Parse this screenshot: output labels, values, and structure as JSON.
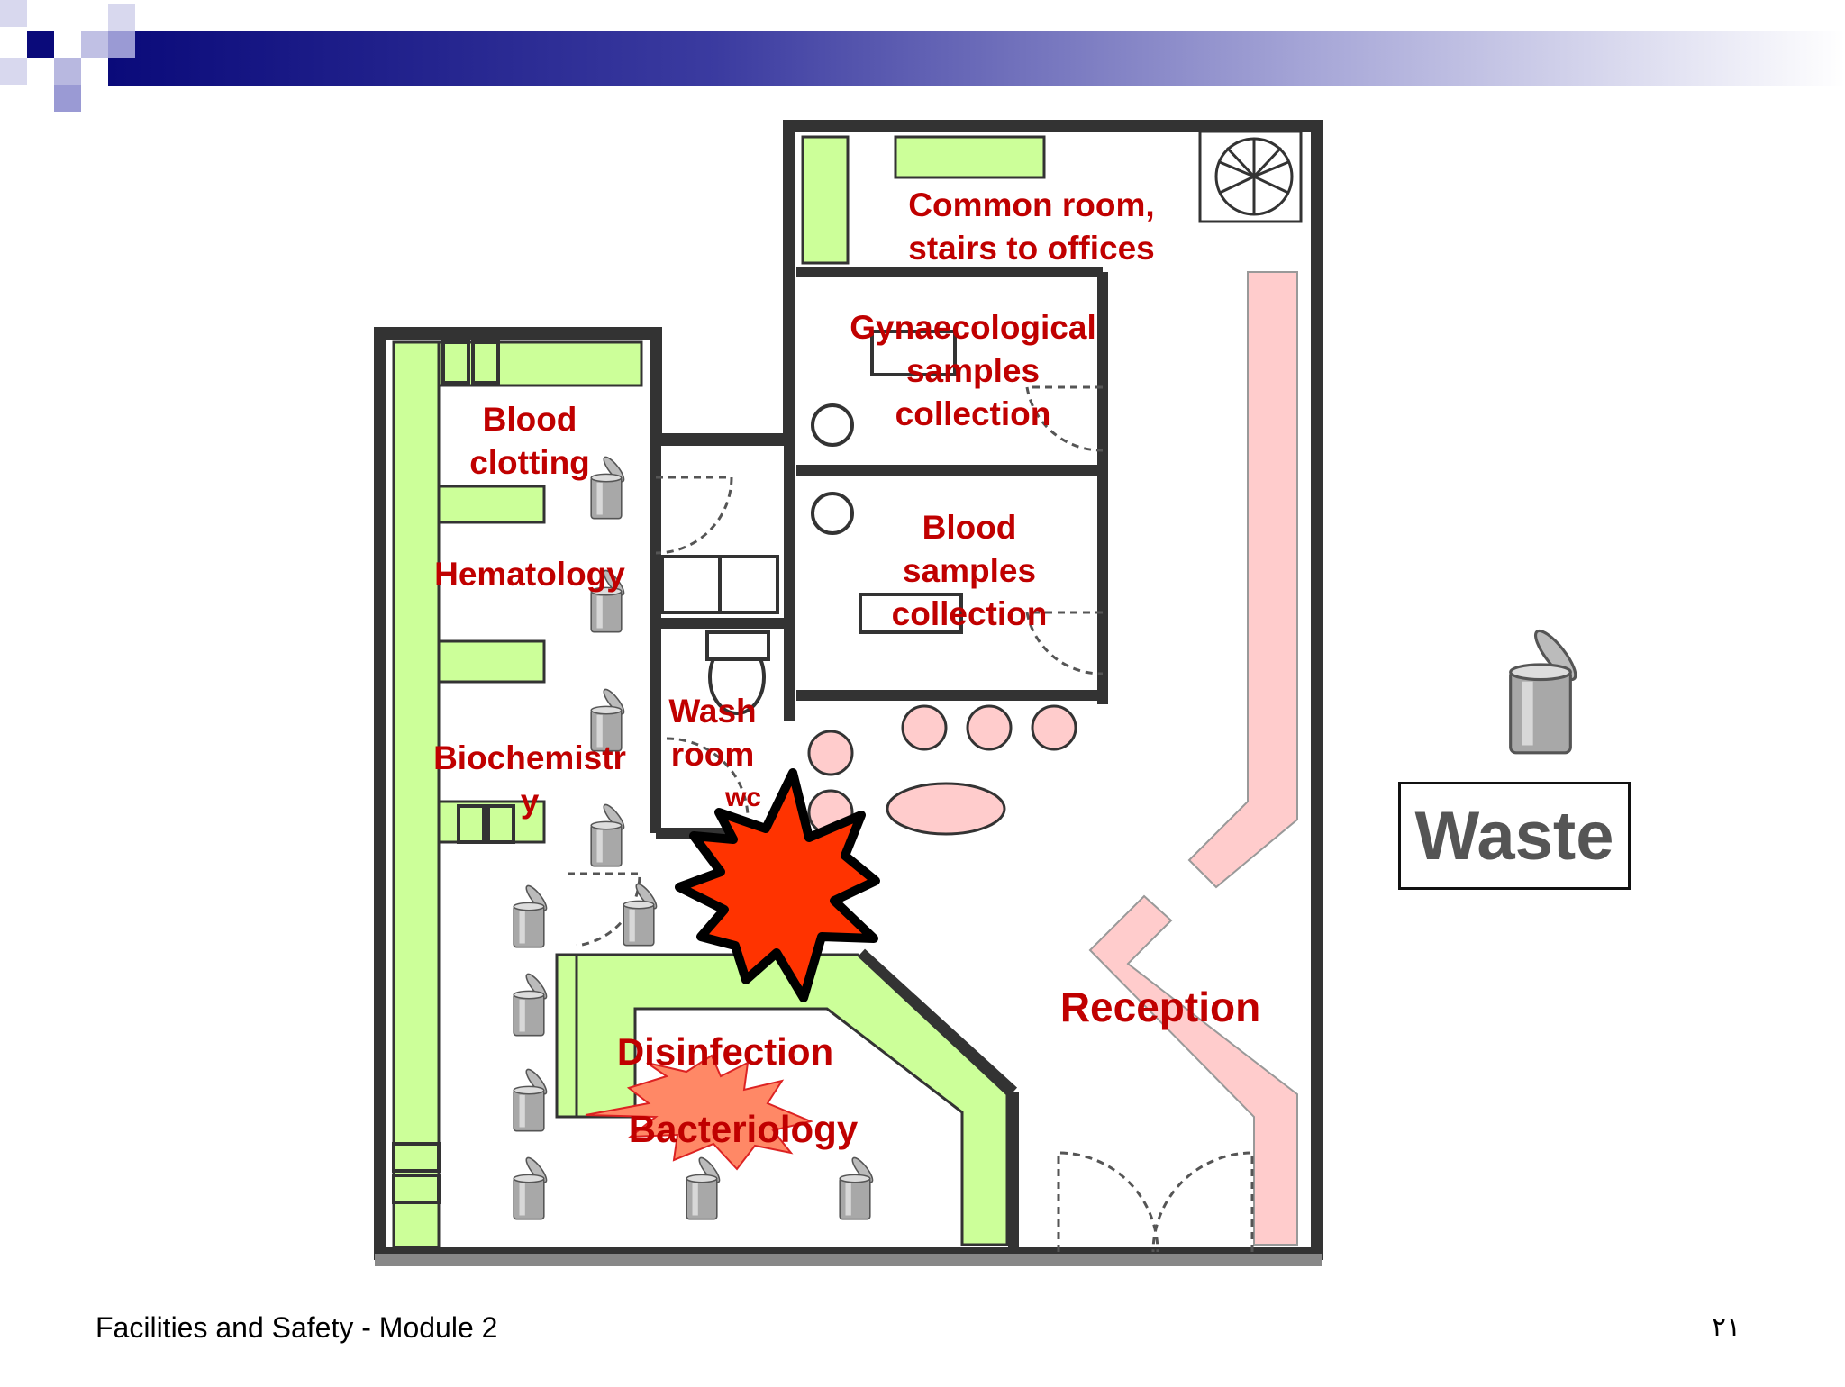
{
  "rooms": {
    "common_room": "Common room,\nstairs to offices",
    "gynaecological": "Gynaecological\nsamples\ncollection",
    "blood_clotting": "Blood\nclotting",
    "blood_samples": "Blood\nsamples\ncollection",
    "hematology": "Hematology",
    "wash_room": "Wash\nroom",
    "wc": "wc",
    "biochemistry": "Biochemistr\ny",
    "reception": "Reception",
    "disinfection": "Disinfection",
    "bacteriology": "Bacteriology"
  },
  "legend": {
    "waste_label": "Waste"
  },
  "footer": {
    "text": "Facilities and Safety - Module 2",
    "page_number": "٢١"
  },
  "colors": {
    "bench_green": "#ccff99",
    "reception_pink": "#ffcccc",
    "wall": "#333333",
    "label_red": "#c00000",
    "explosion_red": "#ff3300",
    "splash_salmon": "#ff8866",
    "banner_navy": "#0a0a7a"
  },
  "icons": [
    "trash-bin-icon",
    "explosion-icon",
    "splash-icon",
    "spiral-stairs-icon"
  ]
}
